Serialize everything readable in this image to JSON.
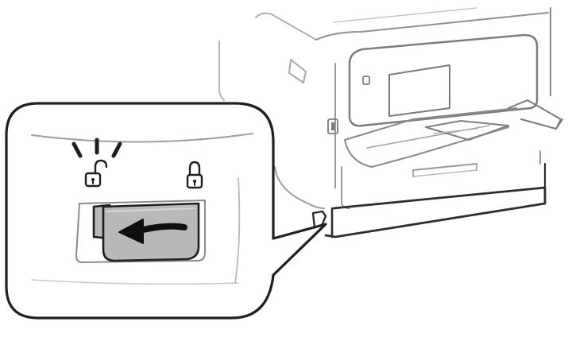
{
  "figure": {
    "subject": "printer",
    "callout_subject": "paper-cassette-lock",
    "lock_state": "unlocked",
    "indicators": {
      "left": "unlocked-padlock-icon",
      "right": "locked-padlock-icon"
    },
    "switch_direction": "left",
    "colors": {
      "line": "#2a2a2a",
      "light_line": "#9a9a9a",
      "switch_fill": "#b9b9b9",
      "background": "#ffffff"
    }
  }
}
